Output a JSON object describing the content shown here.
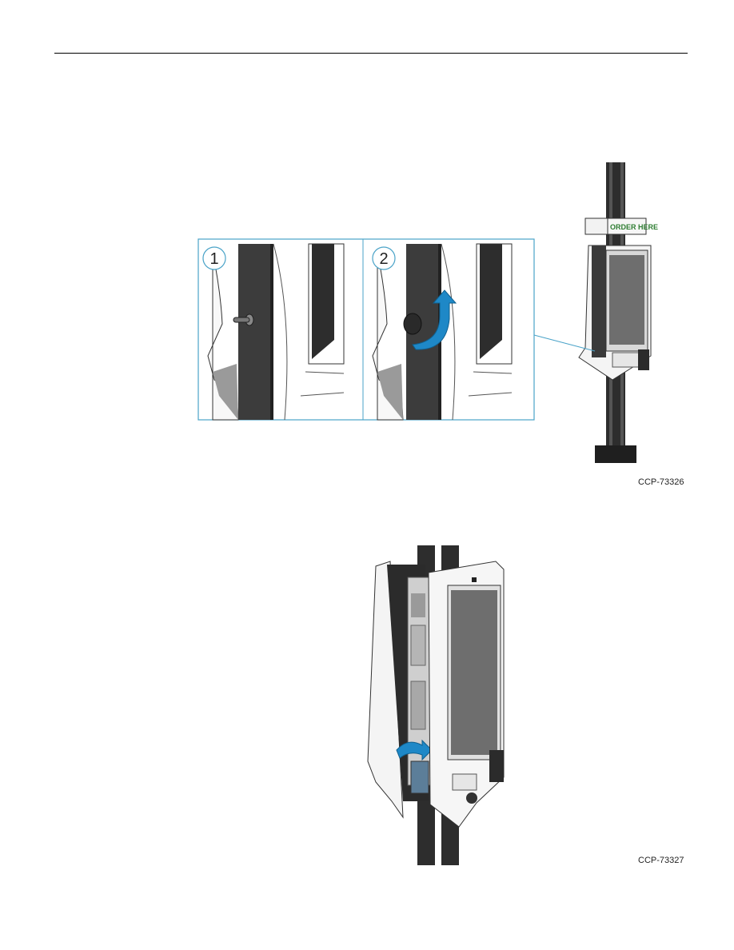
{
  "figures": [
    {
      "steps": [
        "1",
        "2"
      ],
      "sign_text": "ORDER HERE",
      "caption": "CCP-73326"
    },
    {
      "caption": "CCP-73327"
    }
  ],
  "colors": {
    "callout_border": "#4aa3c8",
    "arrow_blue": "#1e88c7",
    "kiosk_dark": "#3a3a3a",
    "sign_green": "#2e7d32",
    "screen": "#6e6e6e"
  }
}
